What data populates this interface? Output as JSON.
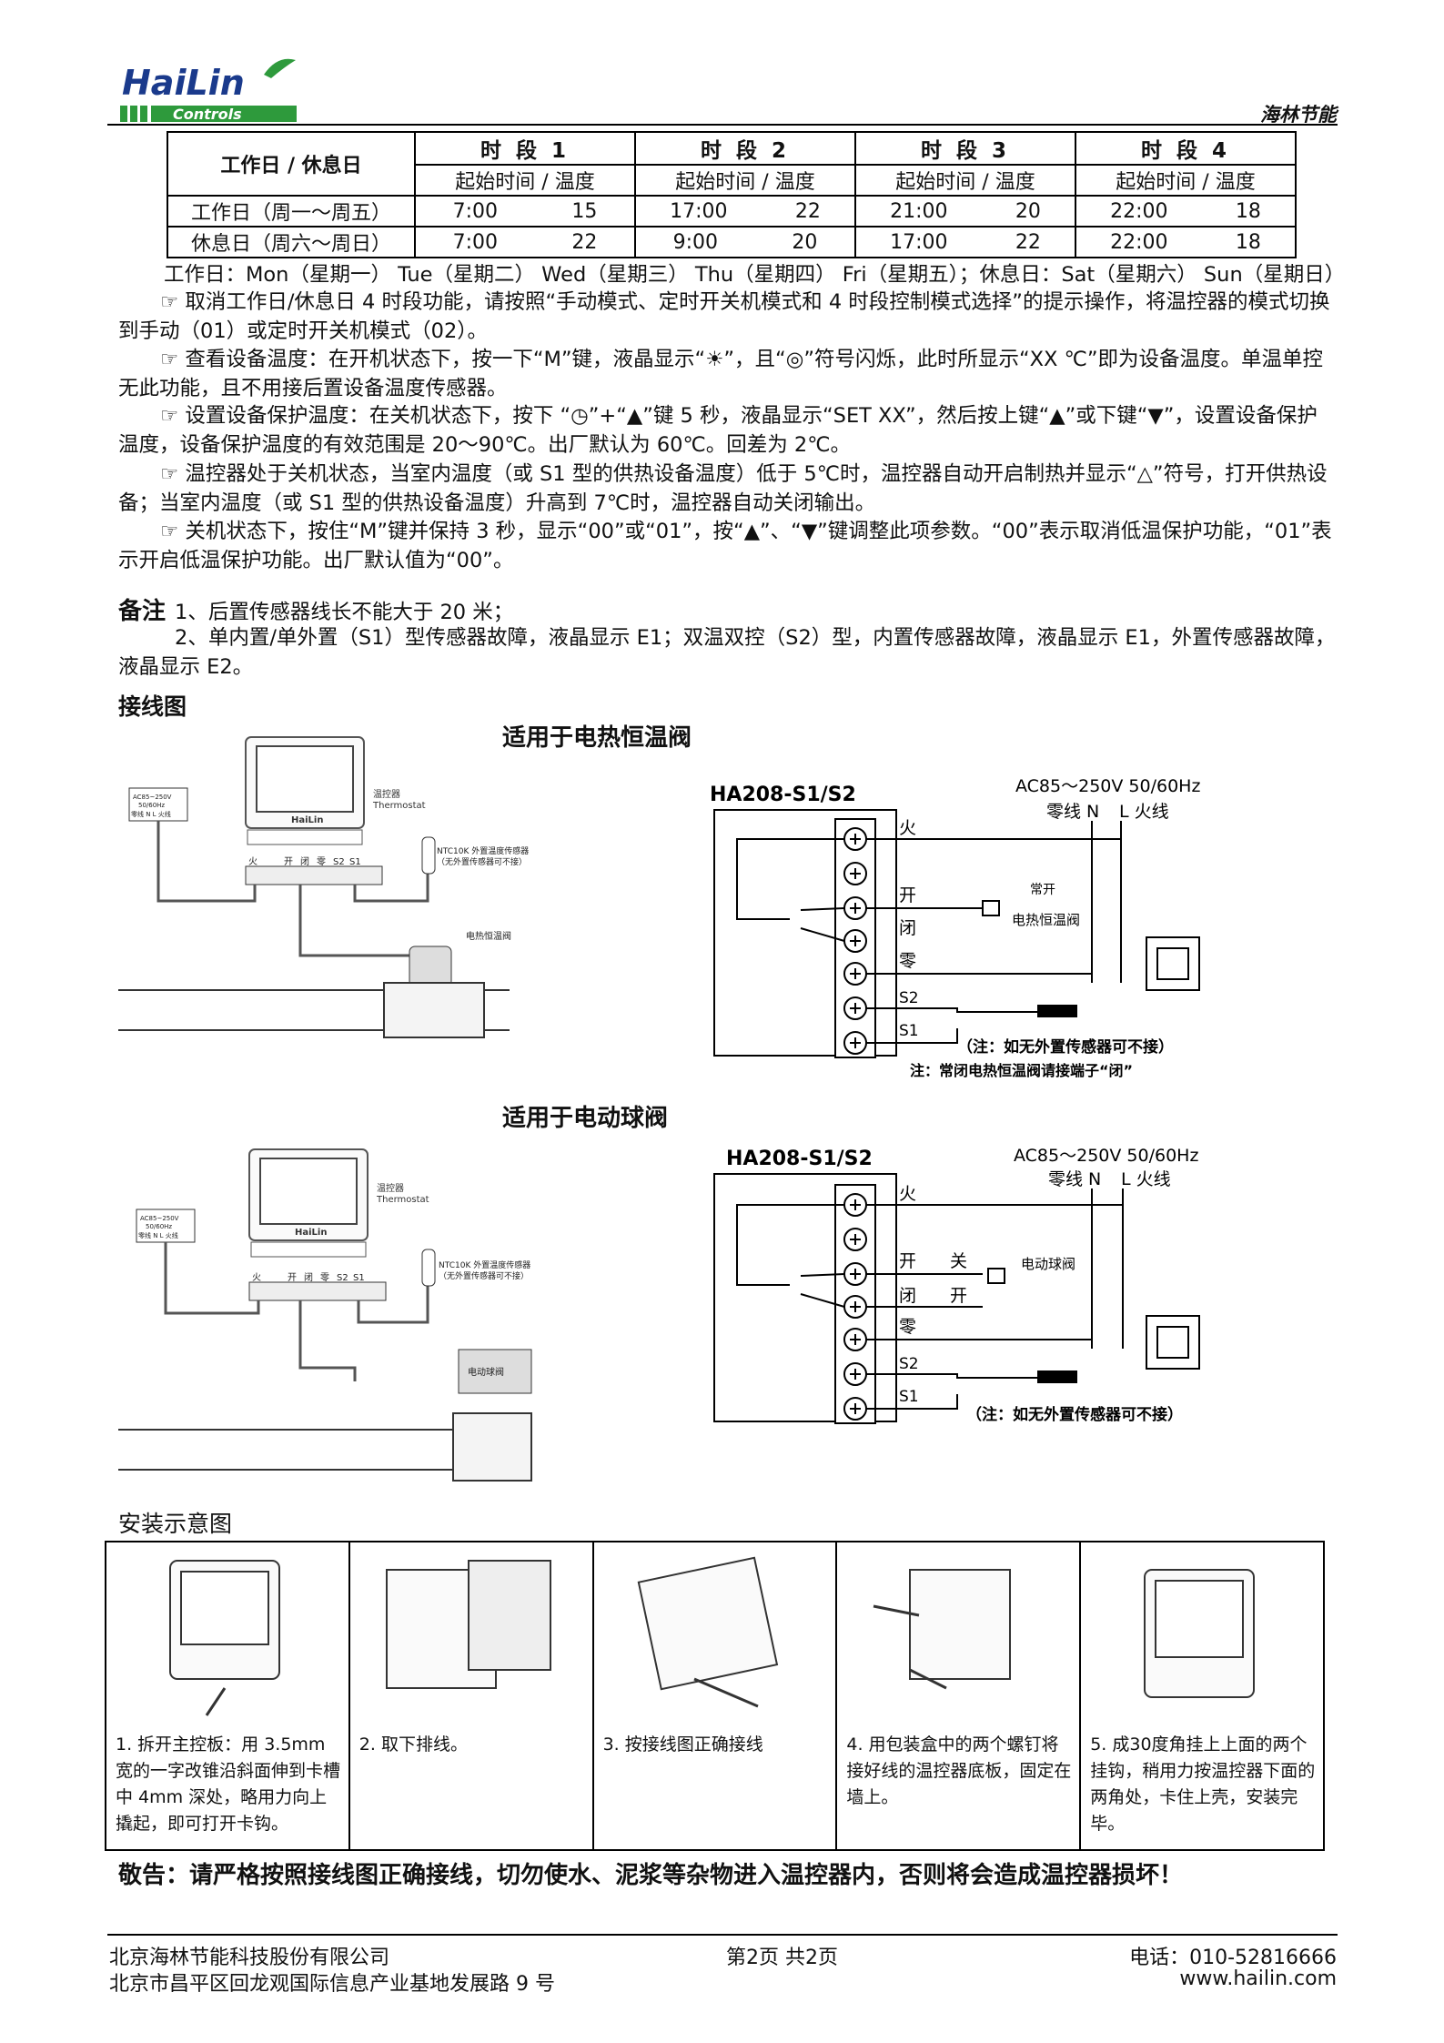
{
  "header": {
    "logo_main": "HaiLin",
    "logo_sub": "Controls",
    "company_short": "海林节能"
  },
  "schedule": {
    "row_header": "工作日 / 休息日",
    "periods": [
      "时 段 1",
      "时 段 2",
      "时 段 3",
      "时 段 4"
    ],
    "sub_header": "起始时间 / 温度",
    "rows": [
      {
        "label": "工作日（周一～周五）",
        "values": [
          [
            "7:00",
            "15"
          ],
          [
            "17:00",
            "22"
          ],
          [
            "21:00",
            "20"
          ],
          [
            "22:00",
            "18"
          ]
        ]
      },
      {
        "label": "休息日（周六～周日）",
        "values": [
          [
            "7:00",
            "22"
          ],
          [
            "9:00",
            "20"
          ],
          [
            "17:00",
            "22"
          ],
          [
            "22:00",
            "18"
          ]
        ]
      }
    ]
  },
  "paragraphs": {
    "days": "工作日：Mon（星期一） Tue（星期二） Wed（星期三） Thu（星期四） Fri（星期五）；休息日：Sat（星期六） Sun（星期日）",
    "p1": "☞ 取消工作日/休息日 4 时段功能，请按照“手动模式、定时开关机模式和 4 时段控制模式选择”的提示操作，将温控器的模式切换到手动（01）或定时开关机模式（02）。",
    "p2": "☞ 查看设备温度：在开机状态下，按一下“M”键，液晶显示“☀”，且“◎”符号闪烁，此时所显示“XX ℃”即为设备温度。单温单控无此功能，且不用接后置设备温度传感器。",
    "p3": "☞ 设置设备保护温度：在关机状态下，按下 “◷”+“▲”键 5 秒，液晶显示“SET XX”，然后按上键“▲”或下键“▼”，设置设备保护温度，设备保护温度的有效范围是 20～90℃。出厂默认为 60℃。回差为 2℃。",
    "p4": "☞ 温控器处于关机状态，当室内温度（或 S1 型的供热设备温度）低于 5℃时，温控器自动开启制热并显示“△”符号，打开供热设备；当室内温度（或 S1 型的供热设备温度）升高到 7℃时，温控器自动关闭输出。",
    "p5": "☞ 关机状态下，按住“M”键并保持 3 秒，显示“00”或“01”，按“▲”、“▼”键调整此项参数。“00”表示取消低温保护功能，“01”表示开启低温保护功能。出厂默认值为“00”。"
  },
  "notes": {
    "label": "备注",
    "n1": "1、后置传感器线长不能大于 20 米；",
    "n2": "2、单内置/单外置（S1）型传感器故障，液晶显示 E1；双温双控（S2）型，内置传感器故障，液晶显示 E1，外置传感器故障，液晶显示 E2。"
  },
  "wiring": {
    "section_title": "接线图",
    "diagram1_title": "适用于电热恒温阀",
    "diagram2_title": "适用于电动球阀",
    "model": "HA208-S1/S2",
    "power": "AC85～250V   50/60Hz",
    "neutral_label": "零线 N",
    "live_label": "L 火线",
    "terminals": [
      "火",
      "开",
      "闭",
      "零",
      "S2",
      "S1"
    ],
    "normally_open": "常开",
    "valve1_label": "电热恒温阀",
    "valve2_label": "电动球阀",
    "valve2_close": "关",
    "valve2_open": "开",
    "note_sensor": "（注：如无外置传感器可不接）",
    "note_nc": "注：常闭电热恒温阀请接端子“闭”",
    "photo_power": "AC85~250V",
    "photo_freq": "50/60Hz",
    "photo_nl": "零线 N  L 火线",
    "photo_thermostat_cn": "温控器",
    "photo_thermostat_en": "Thermostat",
    "photo_sensor": "NTC10K 外置温度传感器",
    "photo_sensor_note": "（无外置传感器可不接）",
    "photo_valve1": "电热恒温阀",
    "photo_valve2": "电动球阀",
    "photo_brand": "HaiLin",
    "photo_terminals": [
      "火",
      "开",
      "闭",
      "零",
      "S2",
      "S1"
    ]
  },
  "install": {
    "section_title": "安装示意图",
    "steps": [
      "1. 拆开主控板：用 3.5mm 宽的一字改锥沿斜面伸到卡槽中 4mm 深处，略用力向上撬起，即可打开卡钩。",
      "2. 取下排线。",
      "3. 按接线图正确接线",
      "4. 用包装盒中的两个螺钉将接好线的温控器底板，固定在墙上。",
      "5. 成30度角挂上上面的两个挂钩，稍用力按温控器下面的两角处，卡住上壳，安装完毕。"
    ]
  },
  "warning": "敬告：请严格按照接线图正确接线，切勿使水、泥浆等杂物进入温控器内，否则将会造成温控器损坏！",
  "footer": {
    "company": "北京海林节能科技股份有限公司",
    "address": "北京市昌平区回龙观国际信息产业基地发展路 9 号",
    "page": "第2页  共2页",
    "phone": "电话：010-52816666",
    "website": "www.hailin.com"
  },
  "colors": {
    "logo_blue": "#1a3a8c",
    "logo_green": "#2e9a3c"
  }
}
